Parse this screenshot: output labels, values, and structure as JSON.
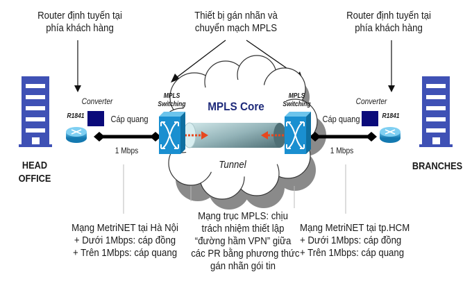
{
  "callouts": {
    "left_router": [
      "Router định tuyến tại",
      "phía khách hàng"
    ],
    "mpls_devices": [
      "Thiết bị gán nhãn và",
      "chuyển mạch MPLS"
    ],
    "right_router": [
      "Router định tuyến tại",
      "phía khách hàng"
    ]
  },
  "sites": {
    "head_office": [
      "HEAD",
      "OFFICE"
    ],
    "branches": "BRANCHES"
  },
  "devices": {
    "left_converter": "Converter",
    "left_router": "R1841",
    "left_switch": [
      "MPLS",
      "Switching"
    ],
    "right_switch": [
      "MPLS",
      "Switching"
    ],
    "right_converter": "Converter",
    "right_router": "R1841"
  },
  "links": {
    "left_medium": "Cáp quang",
    "left_speed": "1 Mbps",
    "right_medium": "Cáp quang",
    "right_speed": "1 Mbps"
  },
  "core": {
    "title": "MPLS Core",
    "tunnel": "Tunnel"
  },
  "notes": {
    "hanoi": [
      "Mạng MetriNET tại Hà Nội",
      "+ Dưới 1Mbps: cáp đồng",
      "+ Trên 1Mbps: cáp quang"
    ],
    "core": [
      "Mạng trục MPLS: chịu",
      "trách nhiệm thiết lập",
      "“đường hầm VPN” giữa",
      "các PR bằng phương thức",
      "gán nhãn gói tin"
    ],
    "hcm": [
      "Mạng MetriNET tại tp.HCM",
      "+ Dưới 1Mbps: cáp đồng",
      "+ Trên 1Mbps: cáp quang"
    ]
  },
  "colors": {
    "building": "#3f51b5",
    "converter": "#0a0a7a",
    "switch": "#1a8fd0",
    "router": "#2a9ad0",
    "arrow_red": "#e8471e",
    "core_title": "#1e2a7a"
  }
}
